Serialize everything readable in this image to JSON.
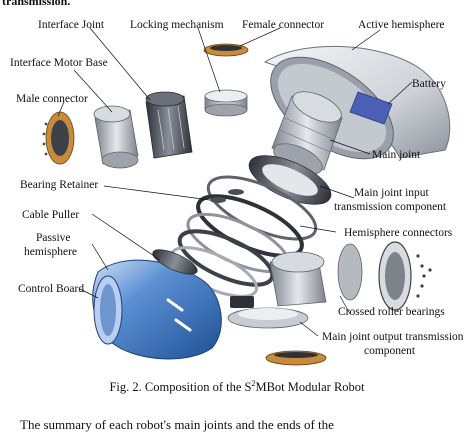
{
  "figure": {
    "top_cutoff_text": "transmission.",
    "labels": {
      "interface_joint": "Interface Joint",
      "locking_mechanism": "Locking mechanism",
      "female_connector": "Female connector",
      "active_hemisphere": "Active hemisphere",
      "interface_motor_base": "Interface Motor Base",
      "battery": "Battery",
      "male_connector": "Male connector",
      "main_joint": "Main joint",
      "bearing_retainer": "Bearing Retainer",
      "main_joint_input_1": "Main joint input",
      "main_joint_input_2": "transmission component",
      "hemisphere_connectors": "Hemisphere connectors",
      "cable_puller": "Cable Puller",
      "passive_hemisphere_1": "Passive",
      "passive_hemisphere_2": "hemisphere",
      "control_board": "Control Board",
      "crossed_roller_bearings": "Crossed roller bearings",
      "main_joint_output_1": "Main joint output transmission",
      "main_joint_output_2": "component"
    },
    "caption_prefix": "Fig. 2.   Composition of the S",
    "caption_sup": "2",
    "caption_suffix": "MBot Modular Robot",
    "bottom_cutoff_text": "The summary of each robot's main joints and the ends of the"
  },
  "colors": {
    "hemisphere_blue": "#3f79c4",
    "hemisphere_light": "#a9c6ea",
    "metal": "#b9bcc2",
    "dark_metal": "#4a4d55",
    "battery_blue": "#4a5fb5",
    "pcb_orange": "#c98a3a"
  }
}
